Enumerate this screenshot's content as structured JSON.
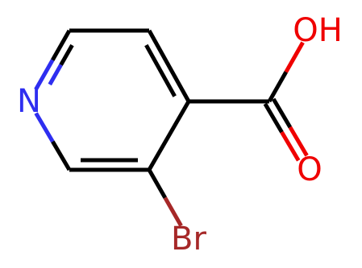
{
  "molecule": {
    "atoms": [
      {
        "id": "N1",
        "element": "N",
        "label": "N",
        "color": "#2e2ef0"
      },
      {
        "id": "C2",
        "element": "C",
        "label": ""
      },
      {
        "id": "C3",
        "element": "C",
        "label": ""
      },
      {
        "id": "C4",
        "element": "C",
        "label": ""
      },
      {
        "id": "C5",
        "element": "C",
        "label": ""
      },
      {
        "id": "C6",
        "element": "C",
        "label": ""
      },
      {
        "id": "C7",
        "element": "C",
        "label": ""
      },
      {
        "id": "O1",
        "element": "O",
        "label": "OH",
        "color": "#ef0000"
      },
      {
        "id": "O2",
        "element": "O",
        "label": "O",
        "color": "#ef0000"
      },
      {
        "id": "Br",
        "element": "Br",
        "label": "Br",
        "color": "#a62828"
      }
    ],
    "bonds": [
      {
        "from": "N1",
        "to": "C2",
        "order": 2
      },
      {
        "from": "C2",
        "to": "C3",
        "order": 1
      },
      {
        "from": "C3",
        "to": "C4",
        "order": 2
      },
      {
        "from": "C4",
        "to": "C5",
        "order": 1
      },
      {
        "from": "C5",
        "to": "C6",
        "order": 2
      },
      {
        "from": "C6",
        "to": "N1",
        "order": 1
      },
      {
        "from": "C4",
        "to": "C7",
        "order": 1
      },
      {
        "from": "C7",
        "to": "O1",
        "order": 1
      },
      {
        "from": "C7",
        "to": "O2",
        "order": 2
      },
      {
        "from": "C5",
        "to": "Br",
        "order": 1
      }
    ]
  }
}
